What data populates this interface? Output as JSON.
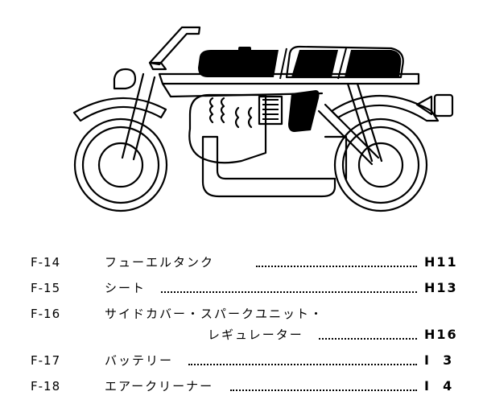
{
  "colors": {
    "ink": "#000000",
    "paper": "#ffffff"
  },
  "illustration": {
    "subject": "motorcycle-outline"
  },
  "index": [
    {
      "code": "F-14",
      "label": "フューエルタンク",
      "page": "H11"
    },
    {
      "code": "F-15",
      "label": "シート",
      "page": "H13"
    },
    {
      "code": "F-16",
      "label": "サイドカバー・スパークユニット・",
      "label_cont": "レギュレーター",
      "page": "H16"
    },
    {
      "code": "F-17",
      "label": "バッテリー",
      "page": "I  3"
    },
    {
      "code": "F-18",
      "label": "エアークリーナー",
      "page": "I  4"
    }
  ]
}
